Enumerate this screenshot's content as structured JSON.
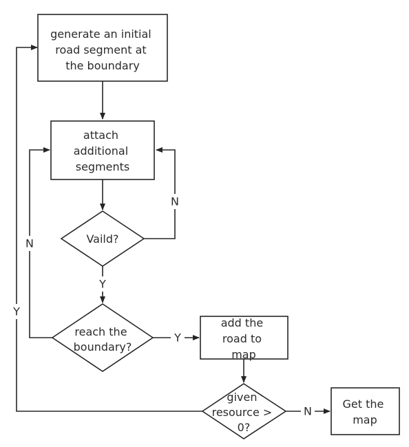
{
  "nodes": {
    "generate": {
      "lines": [
        "generate an initial",
        "road segment at",
        "the boundary"
      ]
    },
    "attach": {
      "lines": [
        "attach",
        "additional",
        "segments"
      ]
    },
    "valid": {
      "lines": [
        "Vaild?"
      ]
    },
    "reach": {
      "lines": [
        "reach the",
        "boundary?"
      ]
    },
    "add_road": {
      "lines": [
        "add the",
        "road to",
        "map"
      ]
    },
    "resource": {
      "lines": [
        "given",
        "resource >",
        "0?"
      ]
    },
    "get_map": {
      "lines": [
        "Get the",
        "map"
      ]
    }
  },
  "edges": {
    "valid_no": "N",
    "valid_yes": "Y",
    "reach_no": "N",
    "reach_yes": "Y",
    "resource_yes": "Y",
    "resource_no": "N"
  }
}
